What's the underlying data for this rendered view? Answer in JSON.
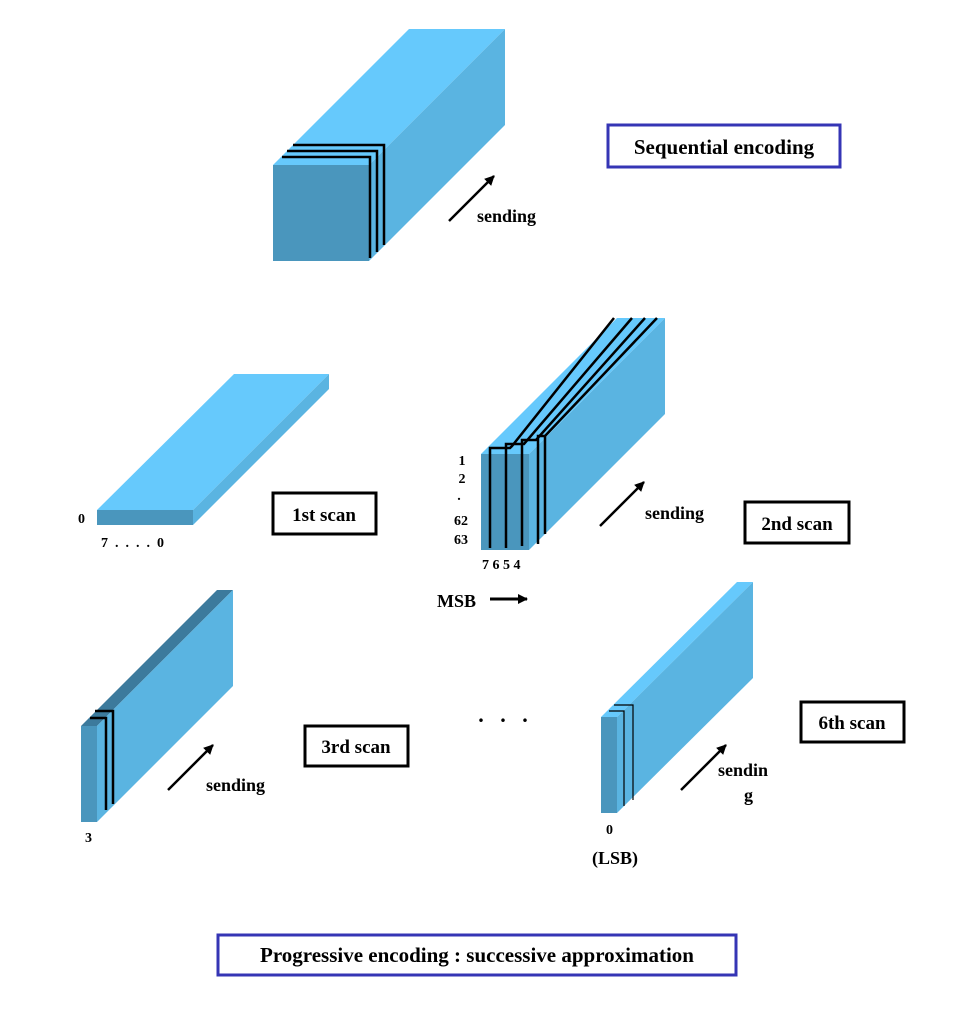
{
  "sequential": {
    "title": "Sequential encoding",
    "sending": "sending"
  },
  "scan1": {
    "title": "1st scan",
    "row_label": "0",
    "bits_label": "7  .  .  .  .  0"
  },
  "scan2": {
    "title": "2nd scan",
    "sending": "sending",
    "rows": [
      "1",
      "2",
      ".",
      "62",
      "63"
    ],
    "bits": "7 6 5 4",
    "msb": "MSB"
  },
  "scan3": {
    "title": "3rd scan",
    "sending": "sending",
    "bit": "3"
  },
  "ellipsis": ".   .   .",
  "scan6": {
    "title": "6th scan",
    "sending_line1": "sendin",
    "sending_line2": "g",
    "bit": "0",
    "lsb": "(LSB)"
  },
  "footer": {
    "title": "Progressive encoding : successive approximation"
  },
  "colors": {
    "front": "#4a96bd",
    "side": "#5ab4e1",
    "top": "#66c9fc",
    "dark_top": "#3c7a9c",
    "blue_box_border": "#3535b5",
    "black": "#000000"
  }
}
